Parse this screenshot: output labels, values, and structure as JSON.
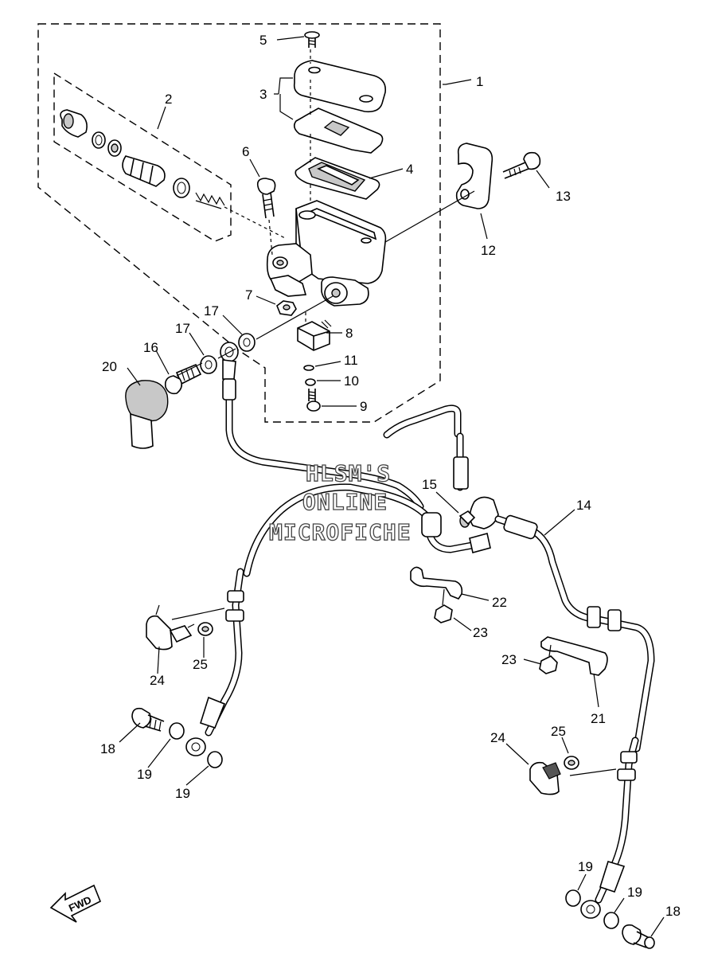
{
  "diagram": {
    "watermark": {
      "line1": "HLSM'S",
      "line2": "ONLINE",
      "line3": "MICROFICHE"
    },
    "direction_arrow_label": "FWD",
    "callouts": {
      "c1": "1",
      "c2": "2",
      "c3": "3",
      "c4": "4",
      "c5": "5",
      "c6": "6",
      "c7": "7",
      "c8": "8",
      "c9": "9",
      "c10": "10",
      "c11": "11",
      "c12": "12",
      "c13": "13",
      "c14": "14",
      "c15": "15",
      "c16": "16",
      "c17a": "17",
      "c17b": "17",
      "c18a": "18",
      "c18b": "18",
      "c19a": "19",
      "c19b": "19",
      "c19c": "19",
      "c19d": "19",
      "c20": "20",
      "c21": "21",
      "c22": "22",
      "c23a": "23",
      "c23b": "23",
      "c24a": "24",
      "c24b": "24",
      "c25a": "25",
      "c25b": "25"
    }
  }
}
